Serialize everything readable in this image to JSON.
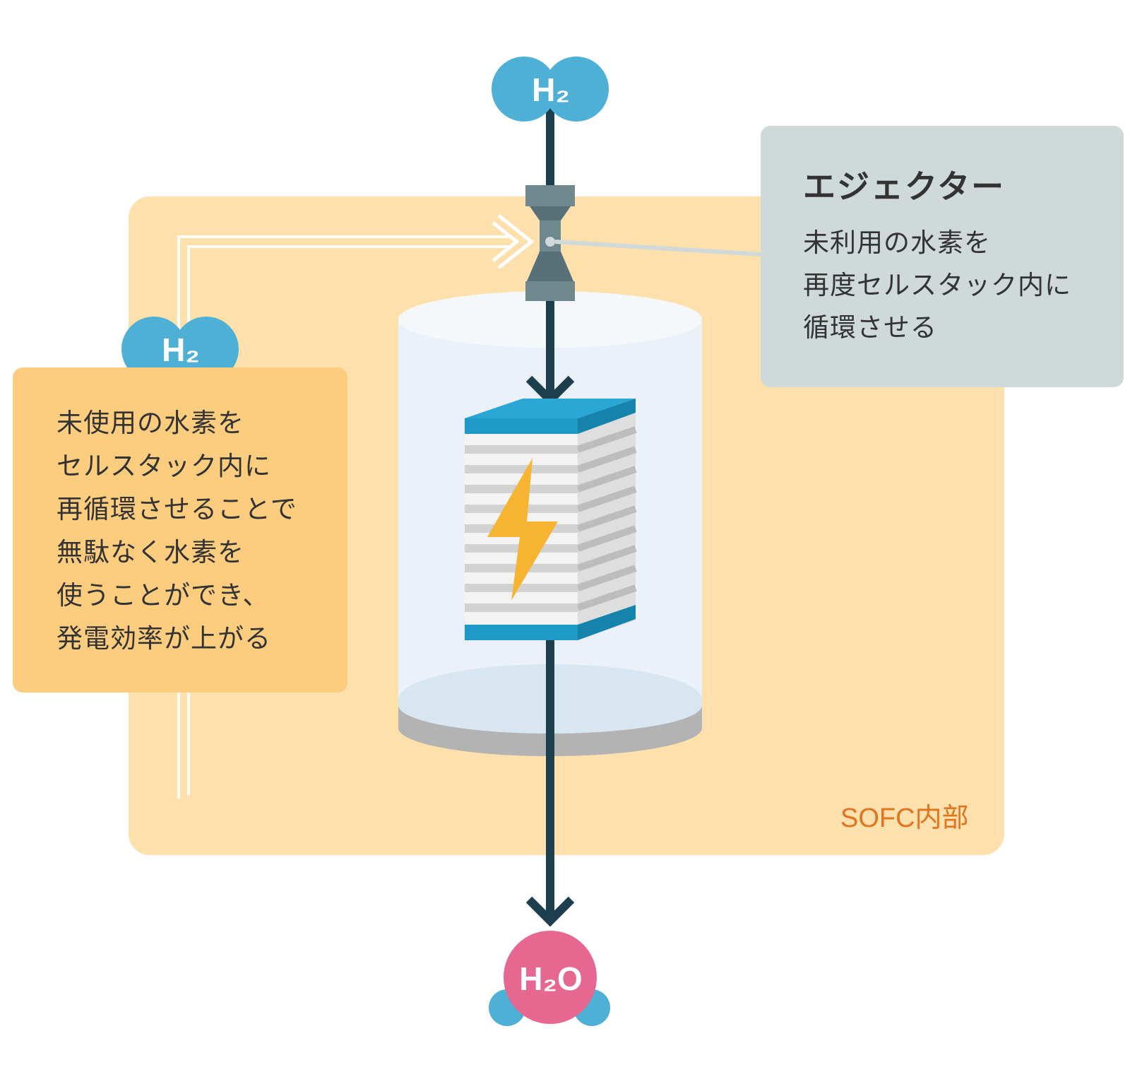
{
  "colors": {
    "sofc_region": "#fde0ac",
    "left_note_bg": "#fccd7f",
    "ejector_note_bg": "#cfd9d9",
    "pipe": "#1d3e4c",
    "h2_molecule": "#4fb0d6",
    "h2o_molecule": "#e6678f",
    "stack_blue": "#1e9ac8",
    "lightning": "#f6b431",
    "sofc_label": "#e1741e",
    "ejector_body": "#587178"
  },
  "molecules": {
    "h2_top": "H₂",
    "h2_recycle": "H₂",
    "h2o_out": "H₂O"
  },
  "sofc_label": "SOFC内部",
  "left_note": {
    "lines": [
      "未使用の水素を",
      "セルスタック内に",
      "再循環させることで",
      "無駄なく水素を",
      "使うことができ、",
      "発電効率が上がる"
    ]
  },
  "ejector_note": {
    "title": "エジェクター",
    "lines": [
      "未利用の水素を",
      "再度セルスタック内に",
      "循環させる"
    ]
  },
  "icons": [
    "lightning-icon",
    "cell-stack-icon",
    "ejector-icon",
    "arrow-down-icon",
    "chevron-right-icon"
  ]
}
